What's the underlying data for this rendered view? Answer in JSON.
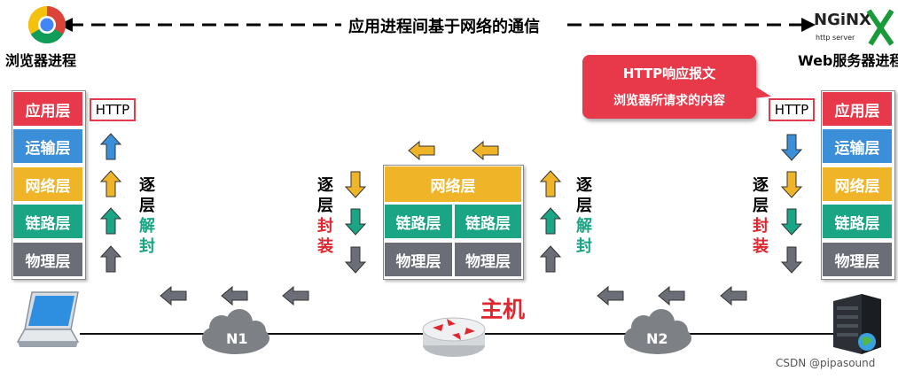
{
  "title": "应用进程间基于网络的通信",
  "browser_label": "浏览器进程",
  "server_label": "Web服务器进程",
  "nginx_logo_text": "NGiNX",
  "nginx_sub": "http server",
  "callout": {
    "line1": "HTTP响应报文",
    "line2": "浏览器所请求的内容"
  },
  "layers": {
    "app": "应用层",
    "transport": "运输层",
    "network": "网络层",
    "link": "链路层",
    "physical": "物理层"
  },
  "http": "HTTP",
  "decap": {
    "a": "逐",
    "b": "层",
    "c": "解",
    "d": "封"
  },
  "encap": {
    "a": "逐",
    "b": "层",
    "c": "封",
    "d": "装"
  },
  "host_label": "主机",
  "networks": [
    "N1",
    "N2"
  ],
  "watermark": "CSDN @pipasound",
  "colors": {
    "app": "#e8394a",
    "transport": "#3b8fd9",
    "network": "#f0b428",
    "link": "#1aa585",
    "physical": "#6b6e76",
    "red": "#e0262e",
    "green": "#1aa585"
  }
}
